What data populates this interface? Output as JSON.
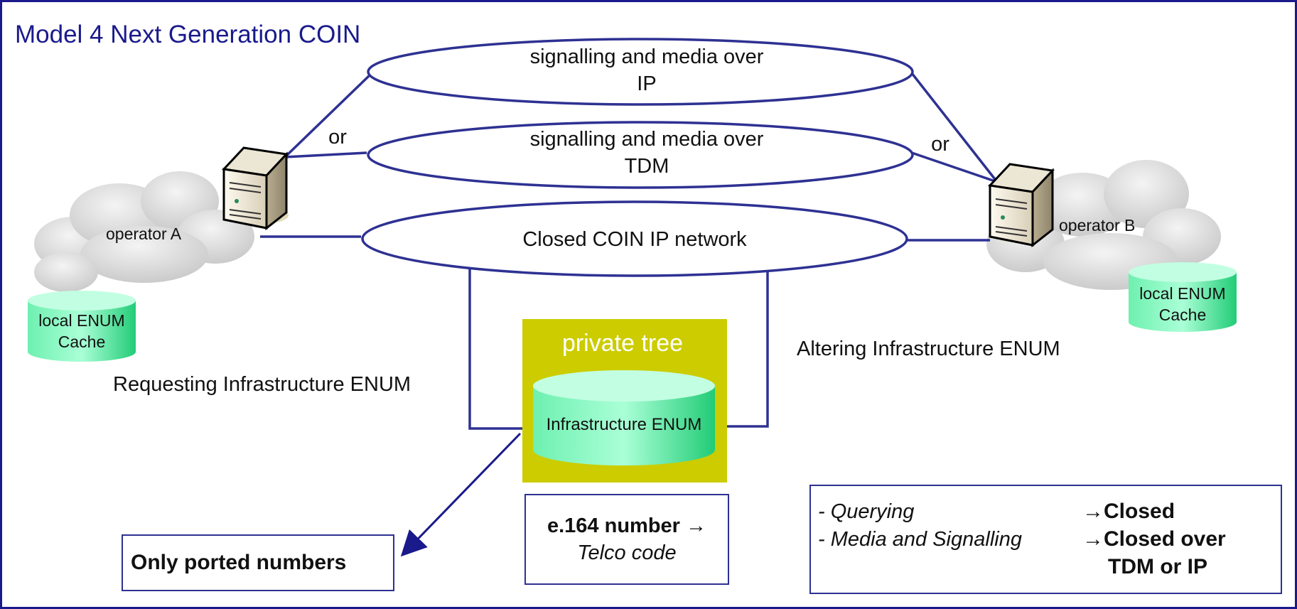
{
  "title": "Model 4 Next Generation COIN",
  "ellipses": {
    "ip_line1": "signalling and media  over",
    "ip_line2": "IP",
    "tdm_line1": "signalling and media  over",
    "tdm_line2": "TDM",
    "closed": "Closed COIN IP network"
  },
  "or_left": "or",
  "or_right": "or",
  "operator_a": "operator A",
  "operator_b": "operator  B",
  "cache_left": {
    "line1": "local ENUM",
    "line2": "Cache"
  },
  "cache_right": {
    "line1": "local ENUM",
    "line2": "Cache"
  },
  "private_tree": "private tree",
  "infra_enum": "Infrastructure ENUM",
  "requesting": "Requesting Infrastructure ENUM",
  "altering": "Altering Infrastructure ENUM",
  "ported": "Only ported numbers",
  "e164": {
    "line1": "e.164 number →",
    "line2": "Telco code"
  },
  "legend": {
    "row1_label": "- Querying",
    "row1_value": "→Closed",
    "row2_label": "- Media and Signalling",
    "row2_value_line1": "→Closed over",
    "row2_value_line2": "TDM or IP"
  },
  "colors": {
    "line": "#2e3192",
    "title": "#1a1a8c",
    "olive": "#cccc00",
    "cyl_top": "#a8ffd8",
    "cyl_body": "#33dd88"
  }
}
